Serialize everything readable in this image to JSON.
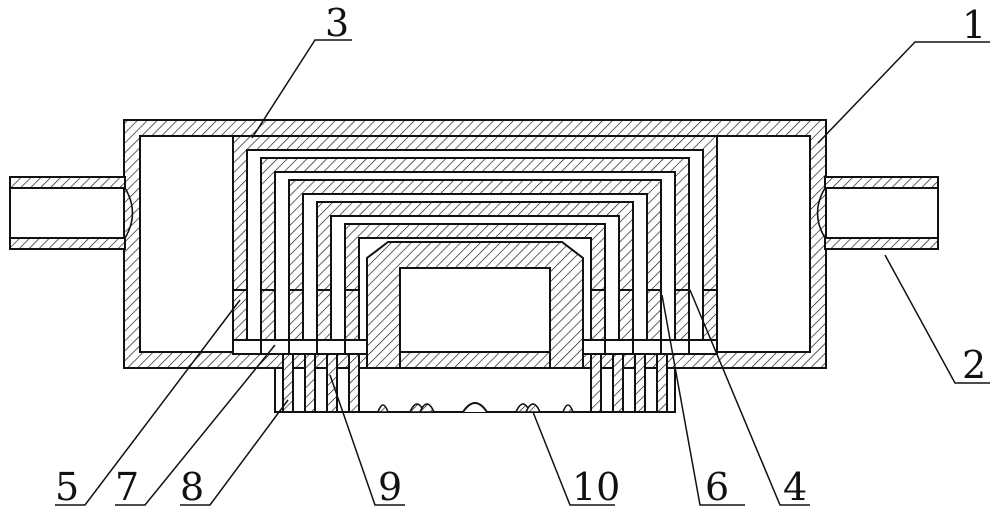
{
  "figure": {
    "colors": {
      "line": "#111111",
      "hatch": "#111111",
      "background": "#ffffff"
    },
    "labels": {
      "n1": "1",
      "n2": "2",
      "n3": "3",
      "n4": "4",
      "n5": "5",
      "n6": "6",
      "n7": "7",
      "n8": "8",
      "n9": "9",
      "n10": "10"
    }
  }
}
